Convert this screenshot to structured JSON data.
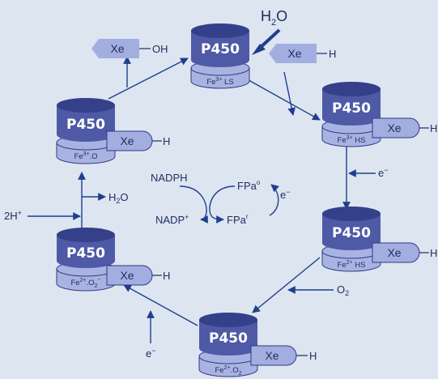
{
  "colors": {
    "background": "#dde5f1",
    "cyl_dark": "#4e5aa6",
    "cyl_top": "#35408a",
    "cyl_light": "#a9b3e2",
    "xe_fill": "#a3aee0",
    "arrow": "#1f3f8c"
  },
  "p450_label": "P450",
  "xe_label": "Xe",
  "h_label": "H",
  "oh_label": "OH",
  "water_top": {
    "h": "H",
    "sub": "2",
    "o": "O"
  },
  "water_left": {
    "h": "H",
    "sub": "2",
    "o": "O"
  },
  "electron": {
    "e": "e",
    "sup": "−"
  },
  "oxygen": {
    "o": "O",
    "sub": "2"
  },
  "protons": {
    "n": "2H",
    "sup": "+"
  },
  "nadph": "NADPH",
  "nadp": {
    "base": "NADP",
    "sup": "+"
  },
  "fpa_o": {
    "base": "FPa",
    "sup": "o"
  },
  "fpa_r": {
    "base": "FPa",
    "sup": "r"
  },
  "states": {
    "top": {
      "base": "Fe",
      "sup": "3+",
      "tail": " LS"
    },
    "right1": {
      "base": "Fe",
      "sup": "3+",
      "tail": " HS"
    },
    "right2": {
      "base": "Fe",
      "sup": "2+",
      "tail": " HS"
    },
    "bottom": {
      "base": "Fe",
      "sup": "2+",
      "tail": ".O",
      "sub": "2"
    },
    "left_low": {
      "base": "Fe",
      "sup": "2+",
      "tail": ".O",
      "sub": "2",
      "sup2": "−"
    },
    "left_up": {
      "base": "Fe",
      "sup": "3+",
      "tail": ".O"
    }
  }
}
